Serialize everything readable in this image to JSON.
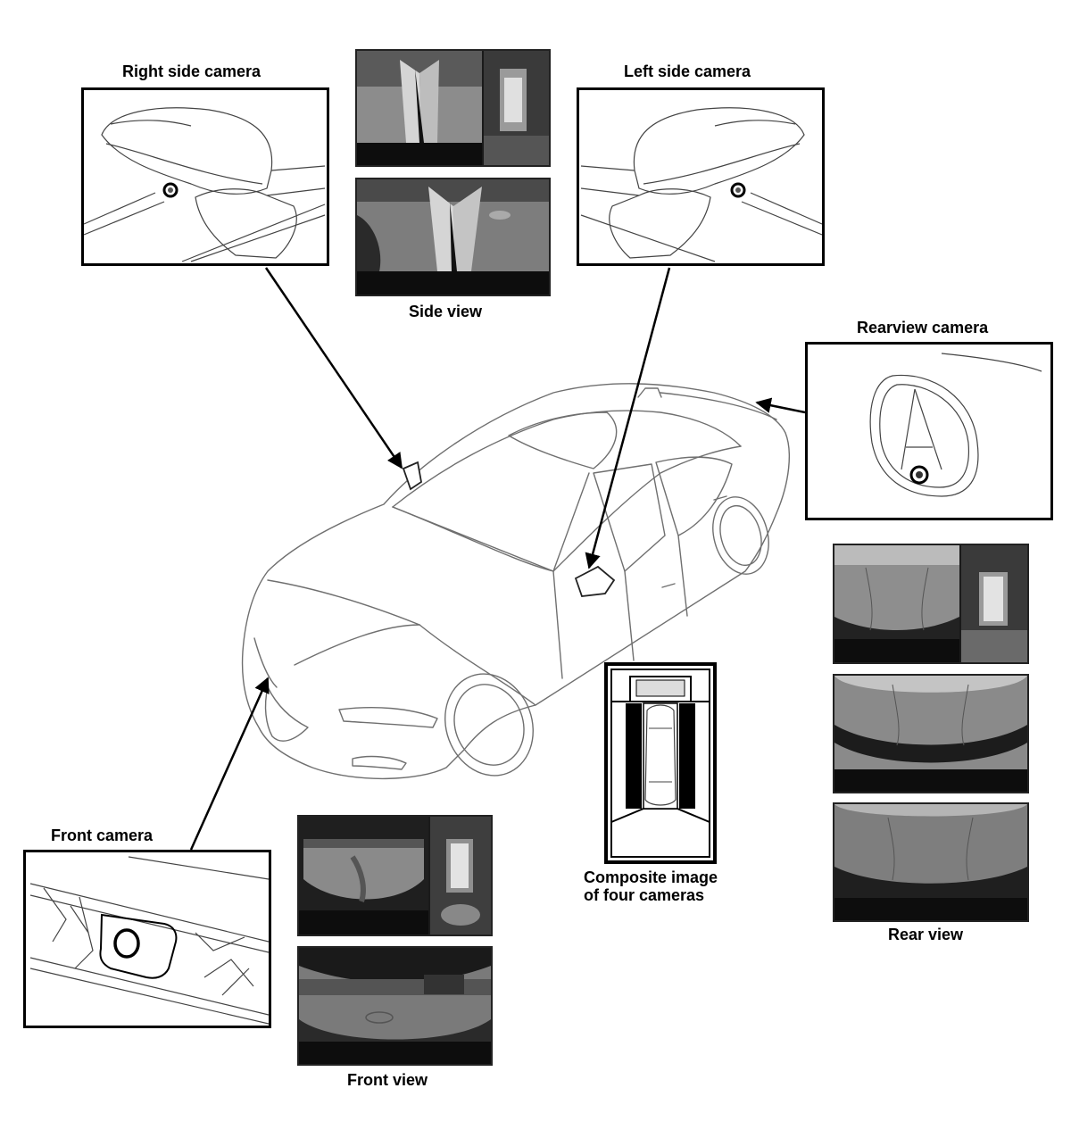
{
  "labels": {
    "right_side_camera": "Right side camera",
    "left_side_camera": "Left side camera",
    "side_view": "Side view",
    "rearview_camera": "Rearview camera",
    "front_camera": "Front camera",
    "front_view": "Front view",
    "composite_line1": "Composite image",
    "composite_line2": "of four cameras",
    "rear_view": "Rear view"
  },
  "colors": {
    "line": "#000000",
    "sketch": "#9a9a9a",
    "screen_bg": "#1a1a1a",
    "screen_mid": "#6e6e6e",
    "screen_light": "#bdbdbd"
  }
}
